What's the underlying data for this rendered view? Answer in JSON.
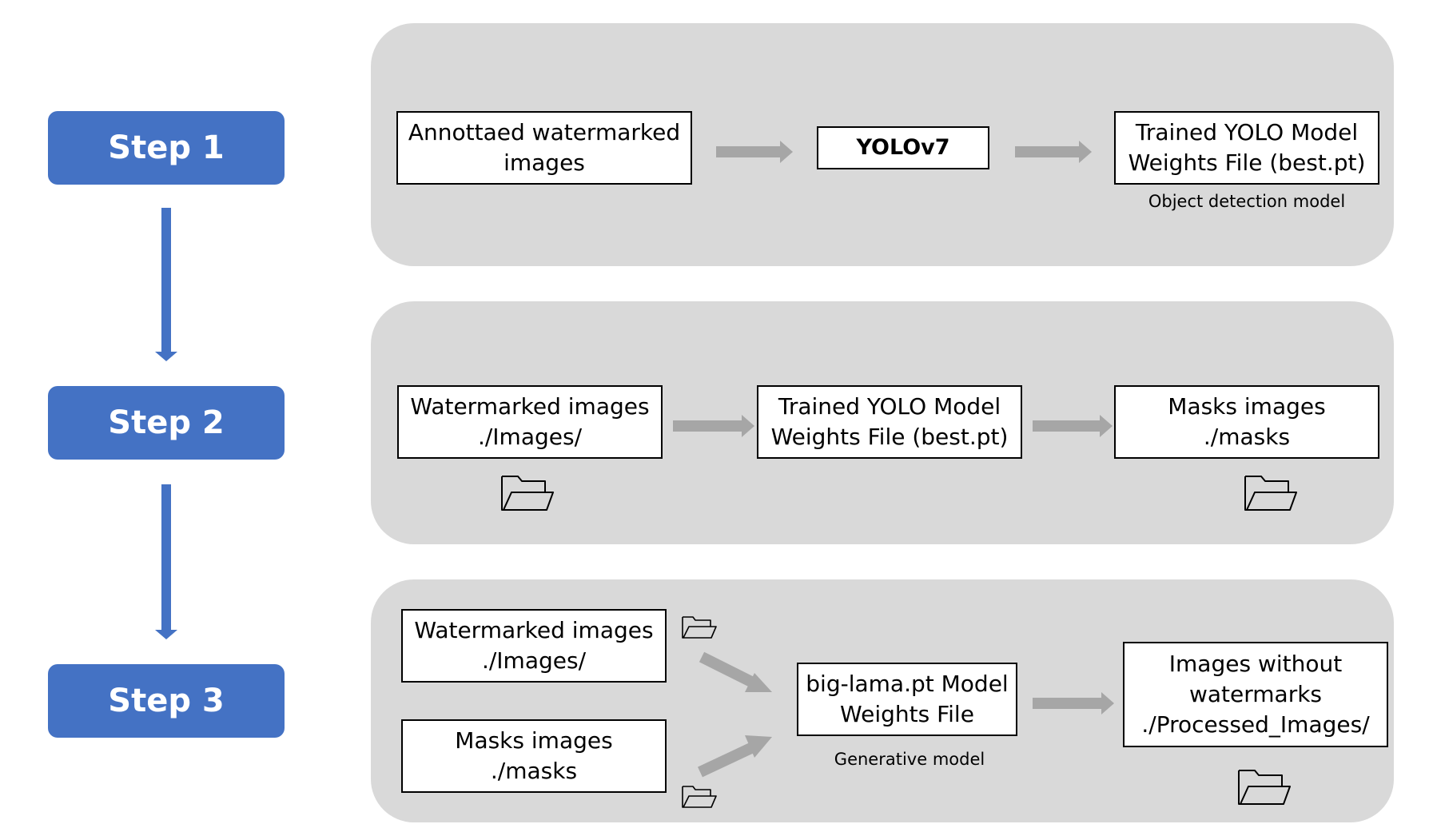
{
  "steps": [
    {
      "label": "Step 1"
    },
    {
      "label": "Step 2"
    },
    {
      "label": "Step 3"
    }
  ],
  "step1": {
    "input": [
      "Annottaed watermarked",
      "images"
    ],
    "model": "YOLOv7",
    "output": [
      "Trained YOLO Model",
      "Weights File (best.pt)"
    ],
    "output_caption": "Object detection model"
  },
  "step2": {
    "input": [
      "Watermarked images",
      "./Images/"
    ],
    "model": [
      "Trained YOLO Model",
      "Weights File (best.pt)"
    ],
    "output": [
      "Masks images",
      "./masks"
    ]
  },
  "step3": {
    "input_images": [
      "Watermarked images",
      "./Images/"
    ],
    "input_masks": [
      "Masks images",
      "./masks"
    ],
    "model": [
      "big-lama.pt Model",
      "Weights File"
    ],
    "model_caption": "Generative model",
    "output": [
      "Images without",
      "watermarks",
      "./Processed_Images/"
    ]
  },
  "colors": {
    "step_fill": "#4472c4",
    "panel_fill": "#d9d9d9",
    "arrow_gray": "#a6a6a6",
    "connector_blue": "#4472c4"
  }
}
